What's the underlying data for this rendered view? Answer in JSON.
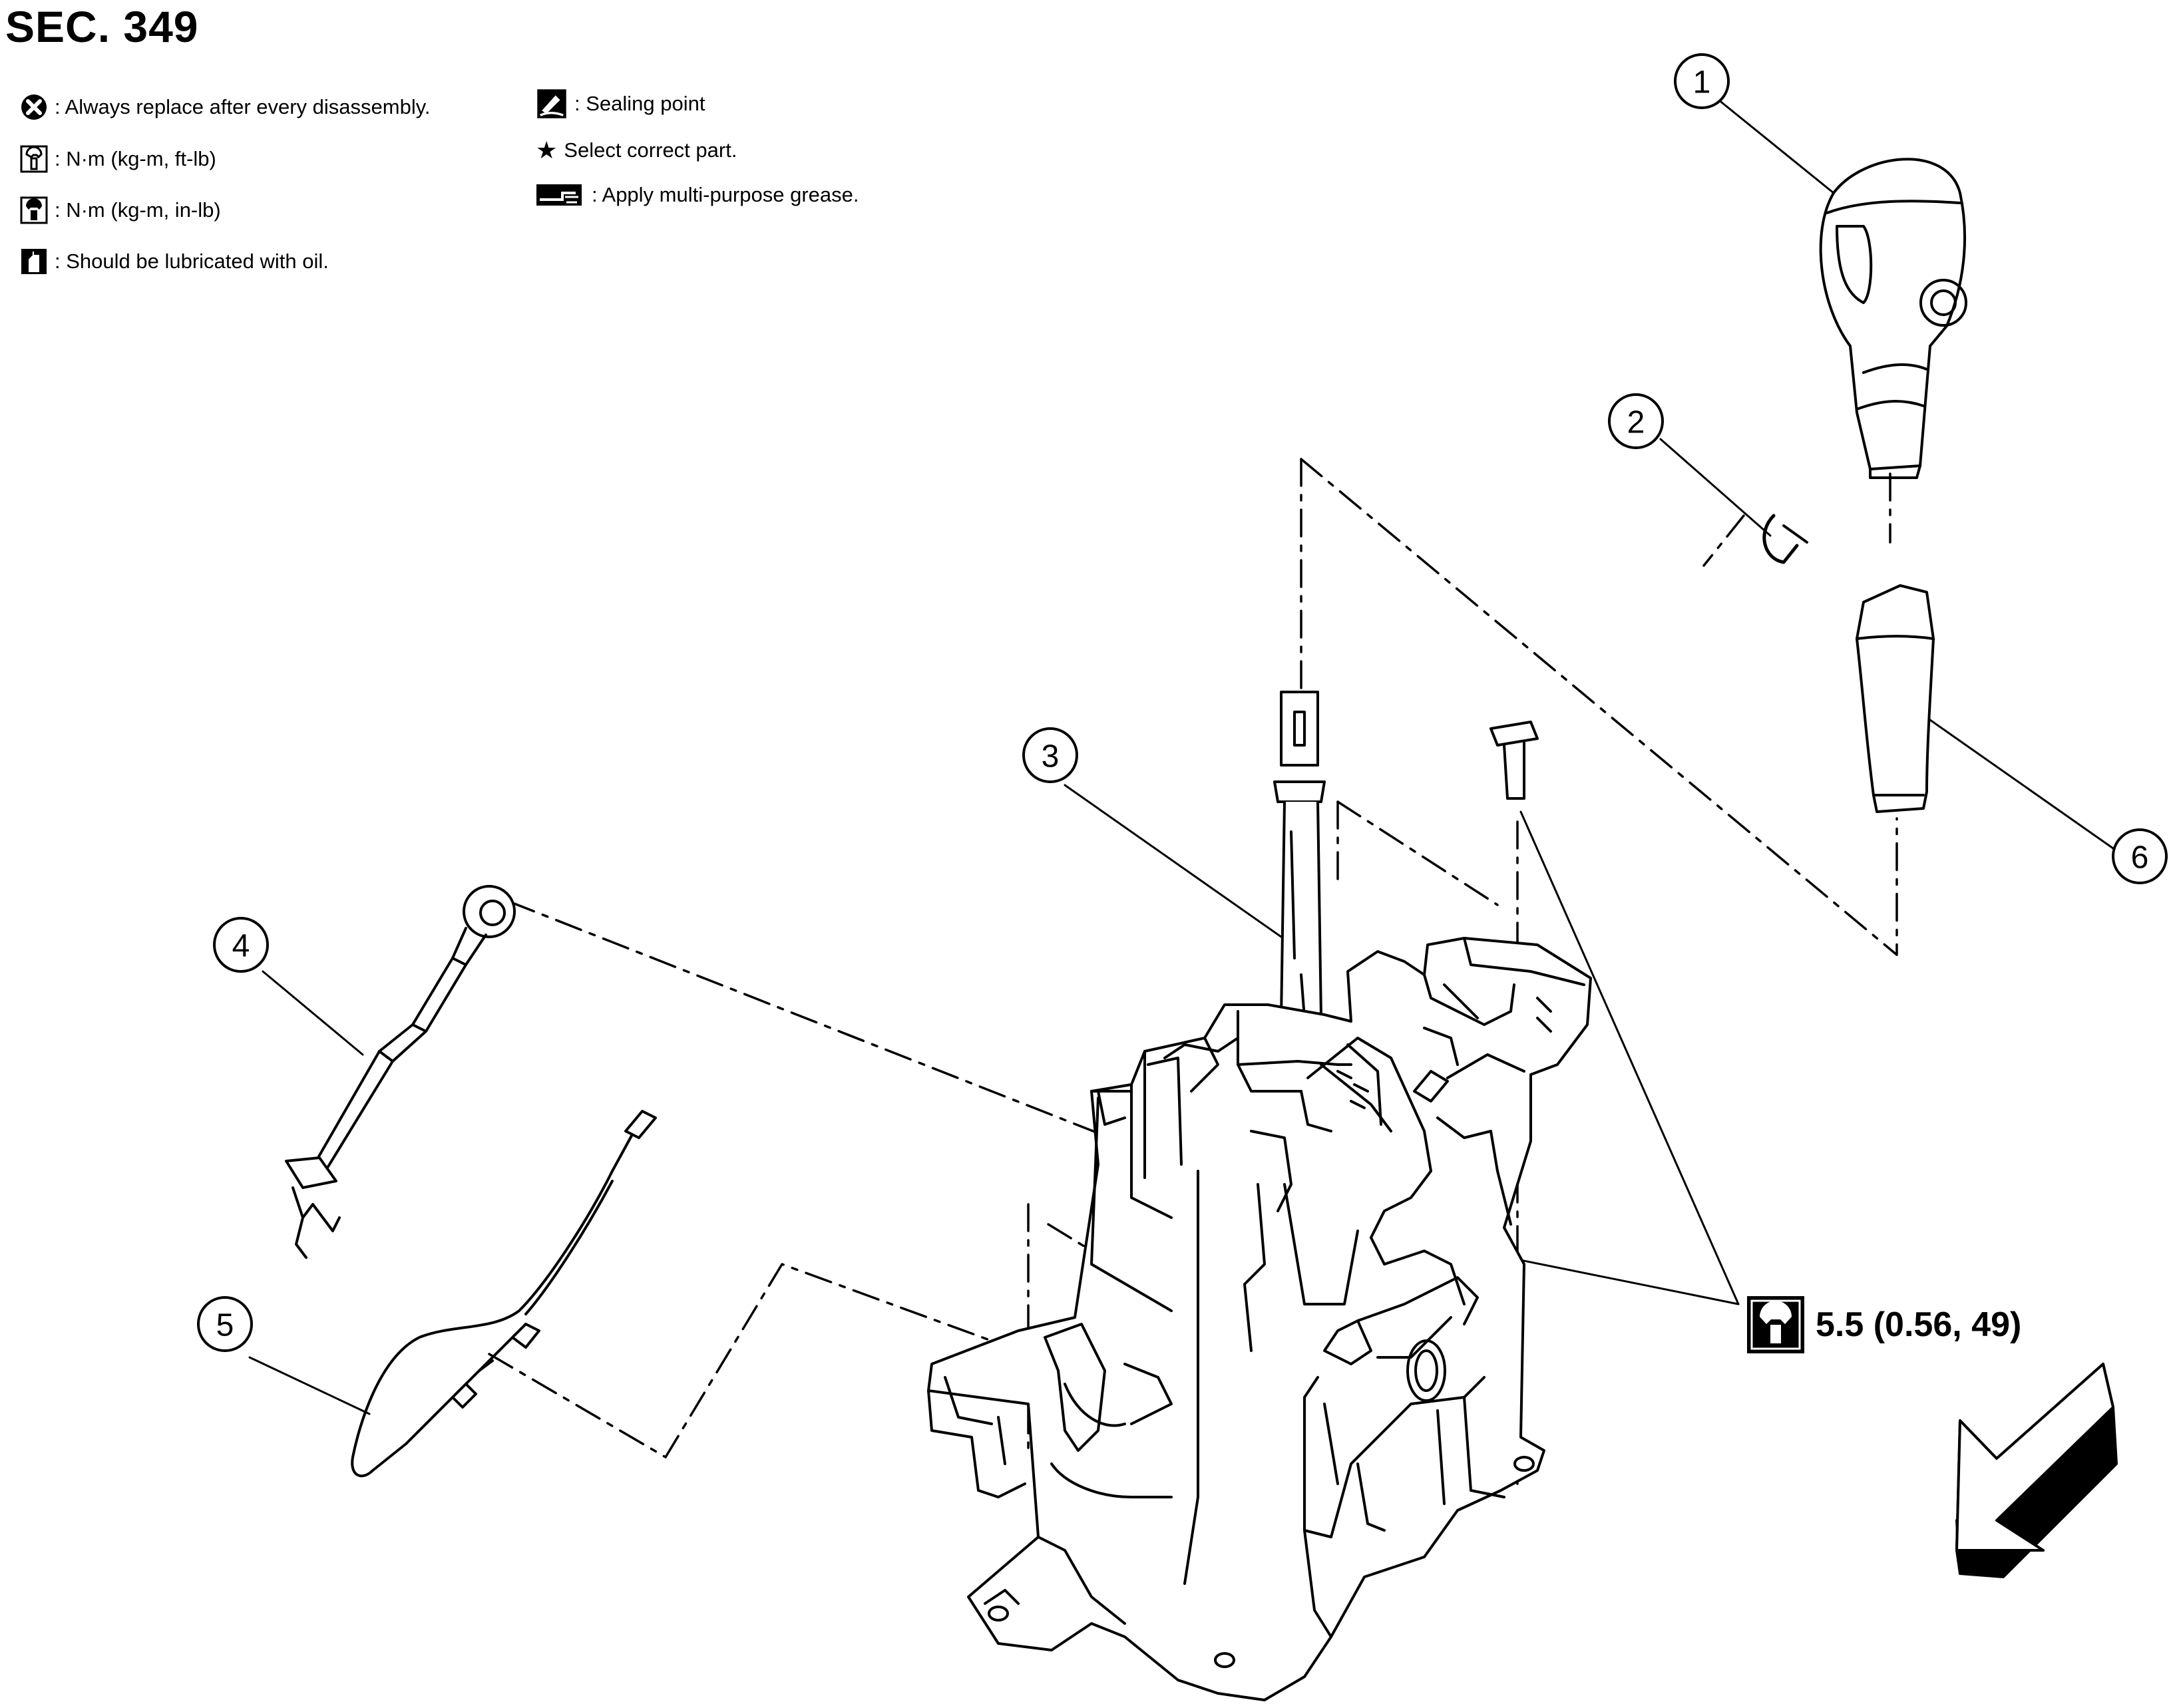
{
  "section_title": "SEC. 349",
  "legend": {
    "left": [
      {
        "icon": "replace-x-circle-icon",
        "text": ": Always replace after every disassembly."
      },
      {
        "icon": "torque-wrench-icon",
        "text": ": N·m (kg-m, ft-lb)"
      },
      {
        "icon": "torque-wrench-filled-icon",
        "text": ": N·m (kg-m, in-lb)"
      },
      {
        "icon": "oil-can-icon",
        "text": ": Should be lubricated with oil."
      }
    ],
    "right": [
      {
        "icon": "sealing-point-icon",
        "text": ": Sealing point"
      },
      {
        "icon": "star-icon",
        "text": "Select correct part."
      },
      {
        "icon": "grease-icon",
        "text": ": Apply multi-purpose grease."
      }
    ]
  },
  "callouts": [
    "1",
    "2",
    "3",
    "4",
    "5",
    "6"
  ],
  "torque_spec": {
    "icon": "torque-wrench-filled-icon",
    "text": "5.5 (0.56, 49)"
  },
  "front_arrow": {
    "icon": "front-direction-arrow-icon"
  }
}
